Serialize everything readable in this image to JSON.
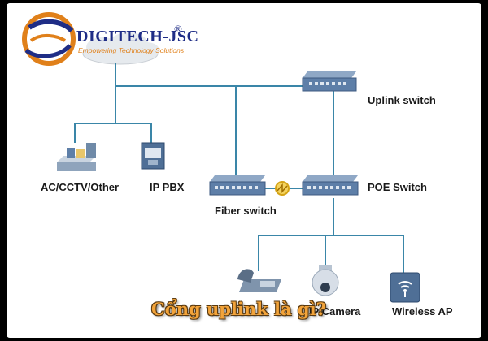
{
  "logo": {
    "name": "DIGITECH-JSC",
    "registered": "®",
    "tagline": "Empowering Technology Solutions"
  },
  "labels": {
    "uplink_switch": "Uplink switch",
    "poe_switch": "POE Switch",
    "fiber_switch": "Fiber switch",
    "ac_cctv": "AC/CCTV/Other",
    "ip_pbx": "IP PBX",
    "ip_camera": "IP Camera",
    "wireless_ap": "Wireless AP"
  },
  "caption": "Cổng uplink là gì?",
  "colors": {
    "link": "#3a86a8",
    "fiber_link": "#d4a316",
    "switch_body": "#5e7fa8",
    "logo_blue": "#1f2d86",
    "logo_orange": "#e0801a",
    "caption": "#f2a33a"
  }
}
